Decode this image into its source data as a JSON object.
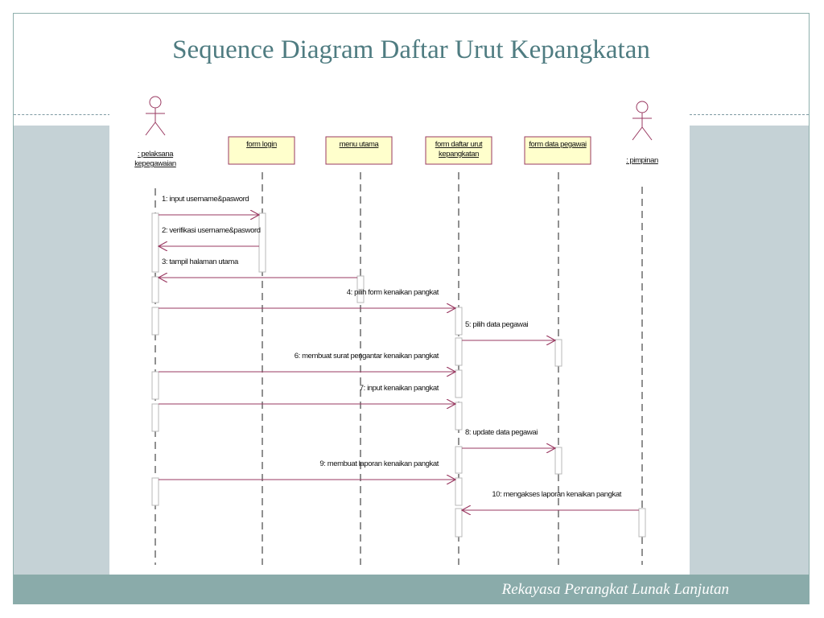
{
  "slide": {
    "title": "Sequence Diagram Daftar Urut Kepangkatan",
    "footer": "Rekayasa Perangkat Lunak Lanjutan"
  },
  "diagram": {
    "lifelines": [
      {
        "id": "pelaksana",
        "kind": "actor",
        "label_lines": [
          ": pelaksana",
          "kepegawaian"
        ]
      },
      {
        "id": "formlogin",
        "kind": "object",
        "label_lines": [
          "form login"
        ]
      },
      {
        "id": "menuutama",
        "kind": "object",
        "label_lines": [
          "menu utama"
        ]
      },
      {
        "id": "formdaftar",
        "kind": "object",
        "label_lines": [
          "form daftar urut",
          "kepangkatan"
        ]
      },
      {
        "id": "formdata",
        "kind": "object",
        "label_lines": [
          "form data pegawai"
        ]
      },
      {
        "id": "pimpinan",
        "kind": "actor",
        "label_lines": [
          ": pimpinan"
        ]
      }
    ],
    "messages": [
      {
        "from": "pelaksana",
        "to": "formlogin",
        "label": "1: input username&pasword"
      },
      {
        "from": "formlogin",
        "to": "pelaksana",
        "label": "2: verifikasi username&pasword"
      },
      {
        "from": "menuutama",
        "to": "pelaksana",
        "label": "3: tampil halaman utama"
      },
      {
        "from": "pelaksana",
        "to": "formdaftar",
        "label": "4: pilih form kenaikan pangkat"
      },
      {
        "from": "formdaftar",
        "to": "formdata",
        "label": "5: pilih data pegawai"
      },
      {
        "from": "pelaksana",
        "to": "formdaftar",
        "label": "6: membuat surat pengantar kenaikan pangkat"
      },
      {
        "from": "pelaksana",
        "to": "formdaftar",
        "label": "7: input kenaikan pangkat"
      },
      {
        "from": "formdaftar",
        "to": "formdata",
        "label": "8: update data pegawai"
      },
      {
        "from": "pelaksana",
        "to": "formdaftar",
        "label": "9: membuat laporan kenaikan pangkat"
      },
      {
        "from": "pimpinan",
        "to": "formdaftar",
        "label": "10: mengakses laporan kenaikan pangkat"
      }
    ],
    "colors": {
      "message": "#9a3a62",
      "object_fill": "#ffffcc",
      "object_border": "#9a3a62",
      "actor": "#9a3a62",
      "lifeline": "#222222",
      "text": "#111111"
    }
  }
}
